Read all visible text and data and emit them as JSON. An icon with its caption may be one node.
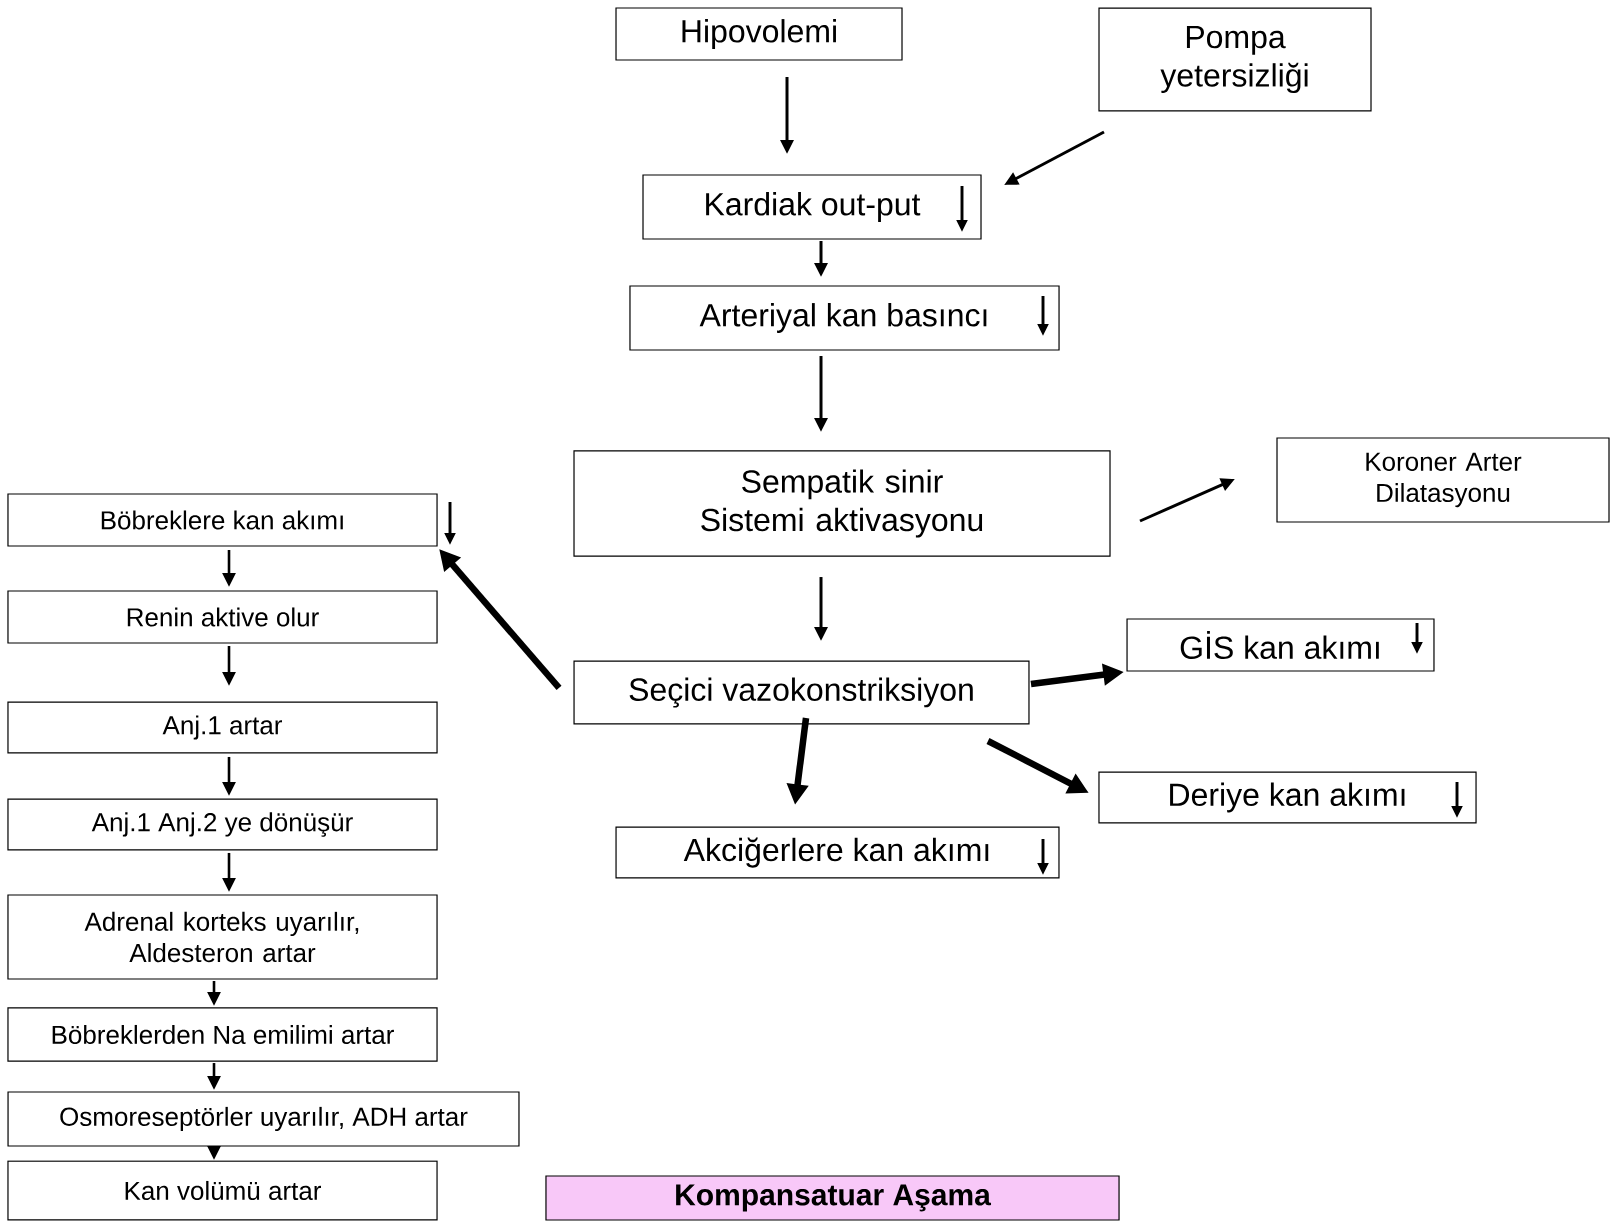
{
  "diagram": {
    "nodes": [
      {
        "text": [
          "Hipovolemi"
        ]
      },
      {
        "text": [
          "Pompa yetersizliği"
        ]
      },
      {
        "text": [
          "Kardiak out-put"
        ]
      },
      {
        "text": [
          "Arteriyal kan basıncı"
        ]
      },
      {
        "text": [
          "Sempatik sinir Sistemi aktivasyonu"
        ]
      },
      {
        "text": [
          "Koroner Arter Dilatasyonu"
        ]
      },
      {
        "text": [
          "Seçici vazokonstriksiyon"
        ]
      },
      {
        "text": [
          "GİS kan akımı"
        ]
      },
      {
        "text": [
          "Deriye kan akımı"
        ]
      },
      {
        "text": [
          "Akciğerlere kan akımı"
        ]
      },
      {
        "text": [
          "Böbreklere kan akımı"
        ]
      },
      {
        "text": [
          "Renin aktive olur"
        ]
      },
      {
        "text": [
          "Anj.1 artar"
        ]
      },
      {
        "text": [
          "Anj.1 Anj.2 ye dönüşür"
        ]
      },
      {
        "text": [
          "Adrenal korteks uyarılır, Aldesteron artar"
        ]
      },
      {
        "text": [
          "Böbreklerden Na emilimi artar"
        ]
      },
      {
        "text": [
          "Osmoreseptörler uyarılır, ADH artar"
        ]
      },
      {
        "text": [
          "Kan volümü artar"
        ]
      },
      {
        "text": [
          "Kompansatuar Aşama"
        ]
      }
    ],
    "edges": [
      {
        "from": 0,
        "to": 2,
        "arrow": "to"
      },
      {
        "from": 1,
        "to": 2,
        "arrow": "to"
      },
      {
        "from": 2,
        "to": 3,
        "arrow": "to"
      },
      {
        "from": 3,
        "to": 4,
        "arrow": "to"
      },
      {
        "from": 4,
        "to": 5,
        "arrow": "to"
      },
      {
        "from": 4,
        "to": 6,
        "arrow": "to"
      },
      {
        "from": 6,
        "to": 7,
        "arrow": "to",
        "style": "thick"
      },
      {
        "from": 6,
        "to": 8,
        "arrow": "to",
        "style": "thick"
      },
      {
        "from": 6,
        "to": 9,
        "arrow": "to",
        "style": "thick"
      },
      {
        "from": 6,
        "to": 10,
        "arrow": "to",
        "style": "thick"
      },
      {
        "from": 10,
        "to": 11,
        "arrow": "to"
      },
      {
        "from": 11,
        "to": 12,
        "arrow": "to"
      },
      {
        "from": 12,
        "to": 13,
        "arrow": "to"
      },
      {
        "from": 13,
        "to": 14,
        "arrow": "to"
      },
      {
        "from": 14,
        "to": 15,
        "arrow": "to"
      },
      {
        "from": 15,
        "to": 16,
        "arrow": "to"
      },
      {
        "from": 16,
        "to": 17,
        "arrow": "to"
      }
    ]
  }
}
